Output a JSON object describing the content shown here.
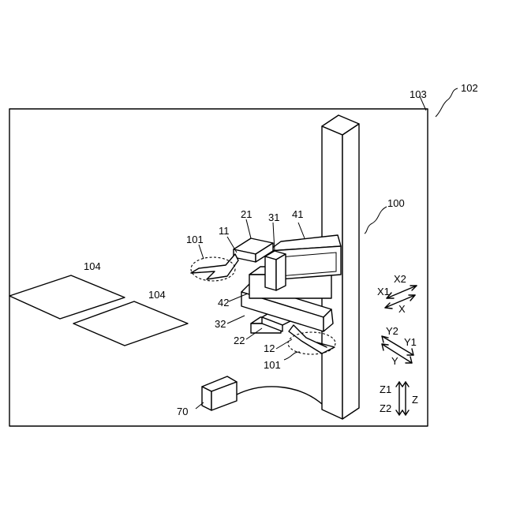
{
  "labels": {
    "l102": "102",
    "l103": "103",
    "l100": "100",
    "l21": "21",
    "l31": "31",
    "l41": "41",
    "l101a": "101",
    "l11": "11",
    "l104a": "104",
    "l104b": "104",
    "l42": "42",
    "l32": "32",
    "l22": "22",
    "l12": "12",
    "l101b": "101",
    "l70": "70"
  },
  "axes": {
    "x1": "X1",
    "x2": "X2",
    "x": "X",
    "y1": "Y1",
    "y2": "Y2",
    "y": "Y",
    "z1": "Z1",
    "z2": "Z2",
    "z": "Z"
  }
}
